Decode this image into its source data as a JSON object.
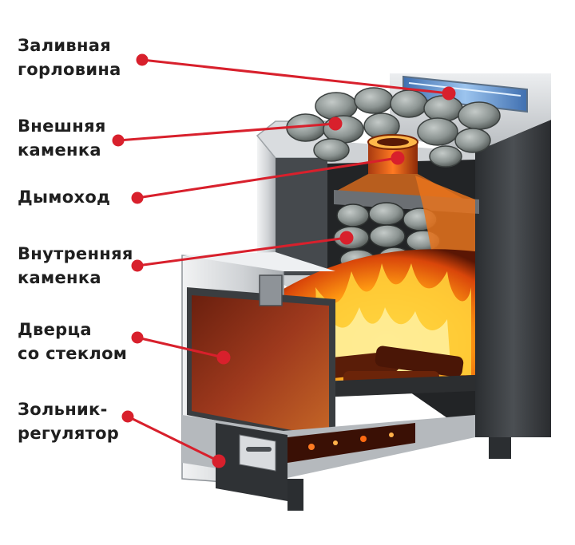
{
  "labels": [
    {
      "id": "filler-neck",
      "lines": [
        "Заливная",
        "горловина"
      ]
    },
    {
      "id": "outer-heater",
      "lines": [
        "Внешняя",
        "каменка"
      ]
    },
    {
      "id": "chimney",
      "lines": [
        "Дымоход"
      ]
    },
    {
      "id": "inner-heater",
      "lines": [
        "Внутренняя",
        "каменка"
      ]
    },
    {
      "id": "glass-door",
      "lines": [
        "Дверца",
        "со стеклом"
      ]
    },
    {
      "id": "ash-regulator",
      "lines": [
        "Зольник-",
        "регулятор"
      ]
    }
  ],
  "colors": {
    "leader": "#d8202c",
    "steel_dark": "#3a3d40",
    "steel_light": "#d7d9db",
    "glass": "#8a2a12",
    "flame": "#ffa51a",
    "stone": "#8a9290"
  }
}
